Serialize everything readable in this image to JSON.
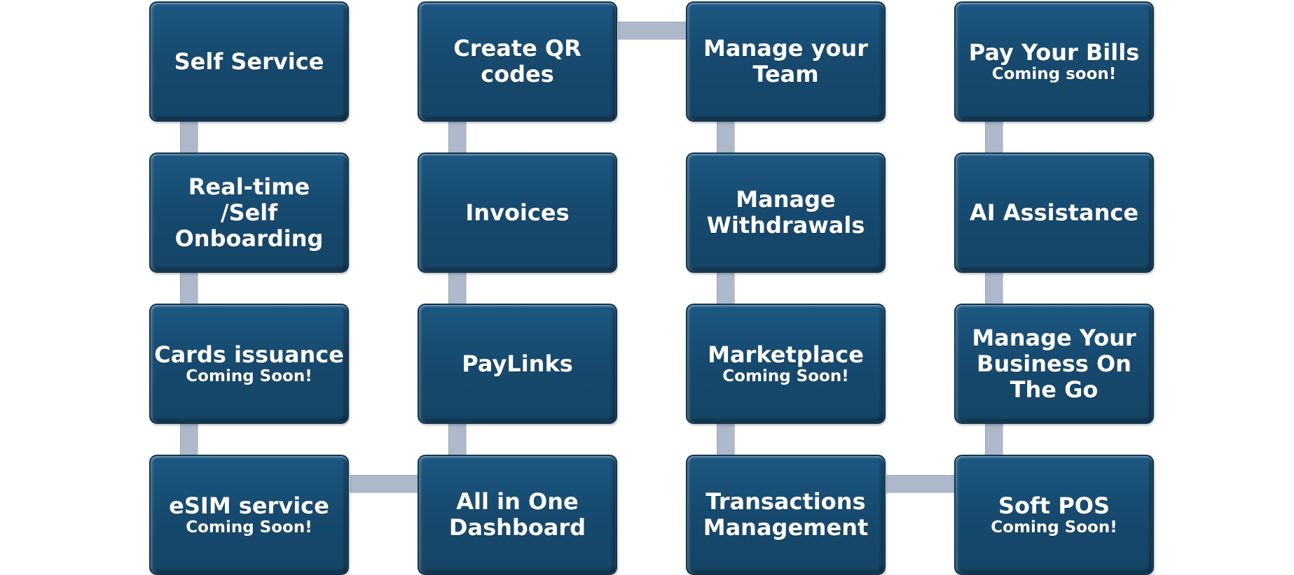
{
  "boxes": [
    {
      "title": "Self Service",
      "subtitle": ""
    },
    {
      "title": "Real-time\n/Self\nOnboarding",
      "subtitle": ""
    },
    {
      "title": "Cards issuance",
      "subtitle": "Coming Soon!"
    },
    {
      "title": "eSIM service",
      "subtitle": "Coming Soon!"
    },
    {
      "title": "Create QR\ncodes",
      "subtitle": ""
    },
    {
      "title": "Invoices",
      "subtitle": ""
    },
    {
      "title": "PayLinks",
      "subtitle": ""
    },
    {
      "title": "All in One\nDashboard",
      "subtitle": ""
    },
    {
      "title": "Manage your\nTeam",
      "subtitle": ""
    },
    {
      "title": "Manage\nWithdrawals",
      "subtitle": ""
    },
    {
      "title": "Marketplace",
      "subtitle": "Coming Soon!"
    },
    {
      "title": "Transactions\nManagement",
      "subtitle": ""
    },
    {
      "title": "Pay Your Bills",
      "subtitle": "Coming soon!"
    },
    {
      "title": "AI Assistance",
      "subtitle": ""
    },
    {
      "title": "Manage Your\nBusiness On\nThe Go",
      "subtitle": ""
    },
    {
      "title": "Soft POS",
      "subtitle": "Coming Soon!"
    }
  ],
  "colors": {
    "box_fill": "#174a6f",
    "box_border": "#0f3552",
    "connector": "#adb9ca",
    "text": "#ffffff"
  }
}
